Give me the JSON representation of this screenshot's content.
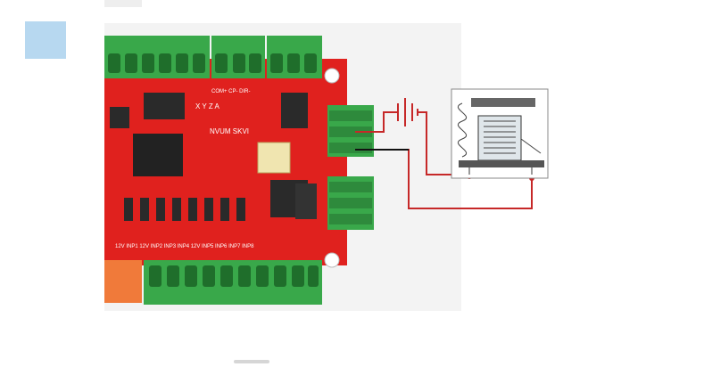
{
  "board": {
    "labels": {
      "axis": "X Y Z A",
      "pins": "NVUM SKVI",
      "bottom_header": "12V INP1  12V INP2  INP3  INP4  12V INP5  INP6  INP7  INP8",
      "com_header": "COM+ CP- DIR-"
    }
  },
  "diagram": {
    "wire_colors": {
      "positive": "#c62828",
      "negative": "#111111"
    }
  }
}
